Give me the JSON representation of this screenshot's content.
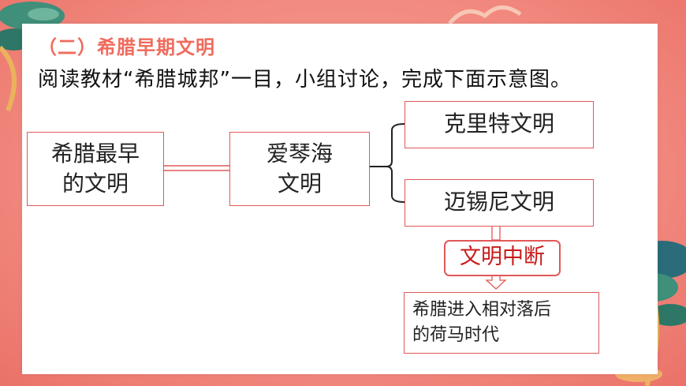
{
  "section_title": "（二）希腊早期文明",
  "instruction": "阅读教材“希腊城邦”一目，小组讨论，完成下面示意图。",
  "diagram": {
    "earliest": {
      "line1": "希腊最早",
      "line2": "的文明"
    },
    "aegean": {
      "line1": "爱琴海",
      "line2": "文明"
    },
    "crete": "克里特文明",
    "mycenae": "迈锡尼文明",
    "interruption": "文明中断",
    "homeric": {
      "line1": "希腊进入相对落后",
      "line2": "的荷马时代"
    }
  },
  "colors": {
    "background": "#f4837a",
    "title": "#f06b5d",
    "box_border": "#e25858",
    "highlight_text": "#c81b1b"
  }
}
